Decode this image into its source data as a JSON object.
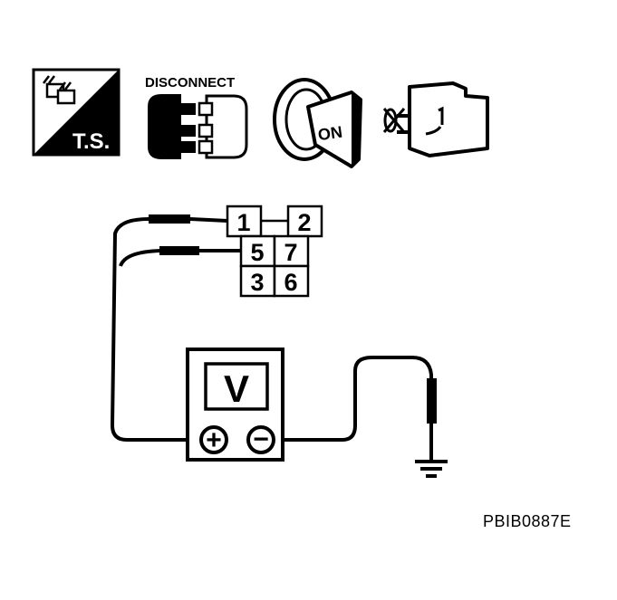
{
  "icons": {
    "ts": {
      "name": "harness-tester-icon",
      "label": "T.S."
    },
    "disconnect": {
      "name": "connector-disconnect-icon",
      "label": "DISCONNECT"
    },
    "ignition": {
      "name": "ignition-key-on-icon",
      "label": "ON"
    },
    "engine": {
      "name": "engine-stopped-icon"
    }
  },
  "connector": {
    "pins": [
      "1",
      "2",
      "5",
      "7",
      "3",
      "6"
    ]
  },
  "meter": {
    "display": "V",
    "plus_symbol": "+",
    "minus_symbol": "−"
  },
  "figure_code": "PBIB0887E"
}
